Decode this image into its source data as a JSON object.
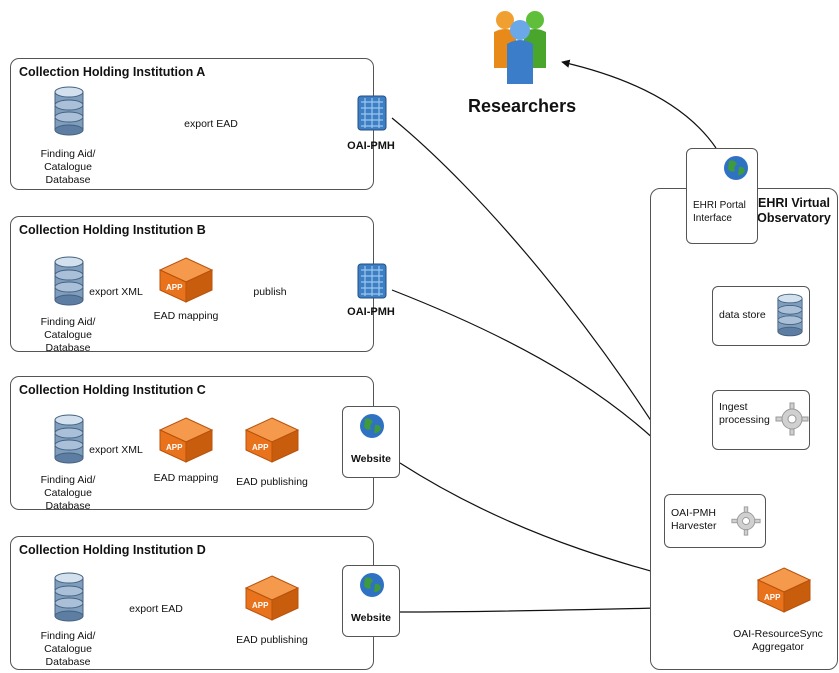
{
  "researchers": {
    "label": "Researchers"
  },
  "institutions": [
    {
      "title": "Collection Holding Institution A",
      "db_label": "Finding Aid/\nCatalogue Database",
      "edge1": "export EAD",
      "oai_label": "OAI-PMH"
    },
    {
      "title": "Collection Holding Institution B",
      "db_label": "Finding Aid/\nCatalogue Database",
      "edge1": "export XML",
      "app_label": "EAD mapping",
      "edge2": "publish",
      "oai_label": "OAI-PMH"
    },
    {
      "title": "Collection Holding Institution C",
      "db_label": "Finding Aid/\nCatalogue Database",
      "edge1": "export XML",
      "app1_label": "EAD mapping",
      "app2_label": "EAD  publishing",
      "website_label": "Website"
    },
    {
      "title": "Collection Holding Institution D",
      "db_label": "Finding Aid/\nCatalogue Database",
      "edge1": "export EAD",
      "app_label": "EAD  publishing",
      "website_label": "Website"
    }
  ],
  "observatory": {
    "title": "EHRI Virtual\nObservatory",
    "portal": "EHRI Portal\nInterface",
    "data_store": "data store",
    "ingest": "Ingest\nprocessing",
    "harvester": "OAI-PMH\nHarvester",
    "aggregator": "OAI-ResourceSync\nAggregator"
  },
  "icons": {
    "database": "database-icon",
    "oai": "oai-pmh-icon",
    "app": "app-cube-icon",
    "globe": "globe-icon",
    "gear": "gear-icon",
    "people": "researchers-people-icon"
  },
  "colors": {
    "app_orange": "#e8731c",
    "oai_blue": "#3d7fc4",
    "globe_green": "#3e9a3a",
    "db_blue": "#7f9ebe"
  }
}
